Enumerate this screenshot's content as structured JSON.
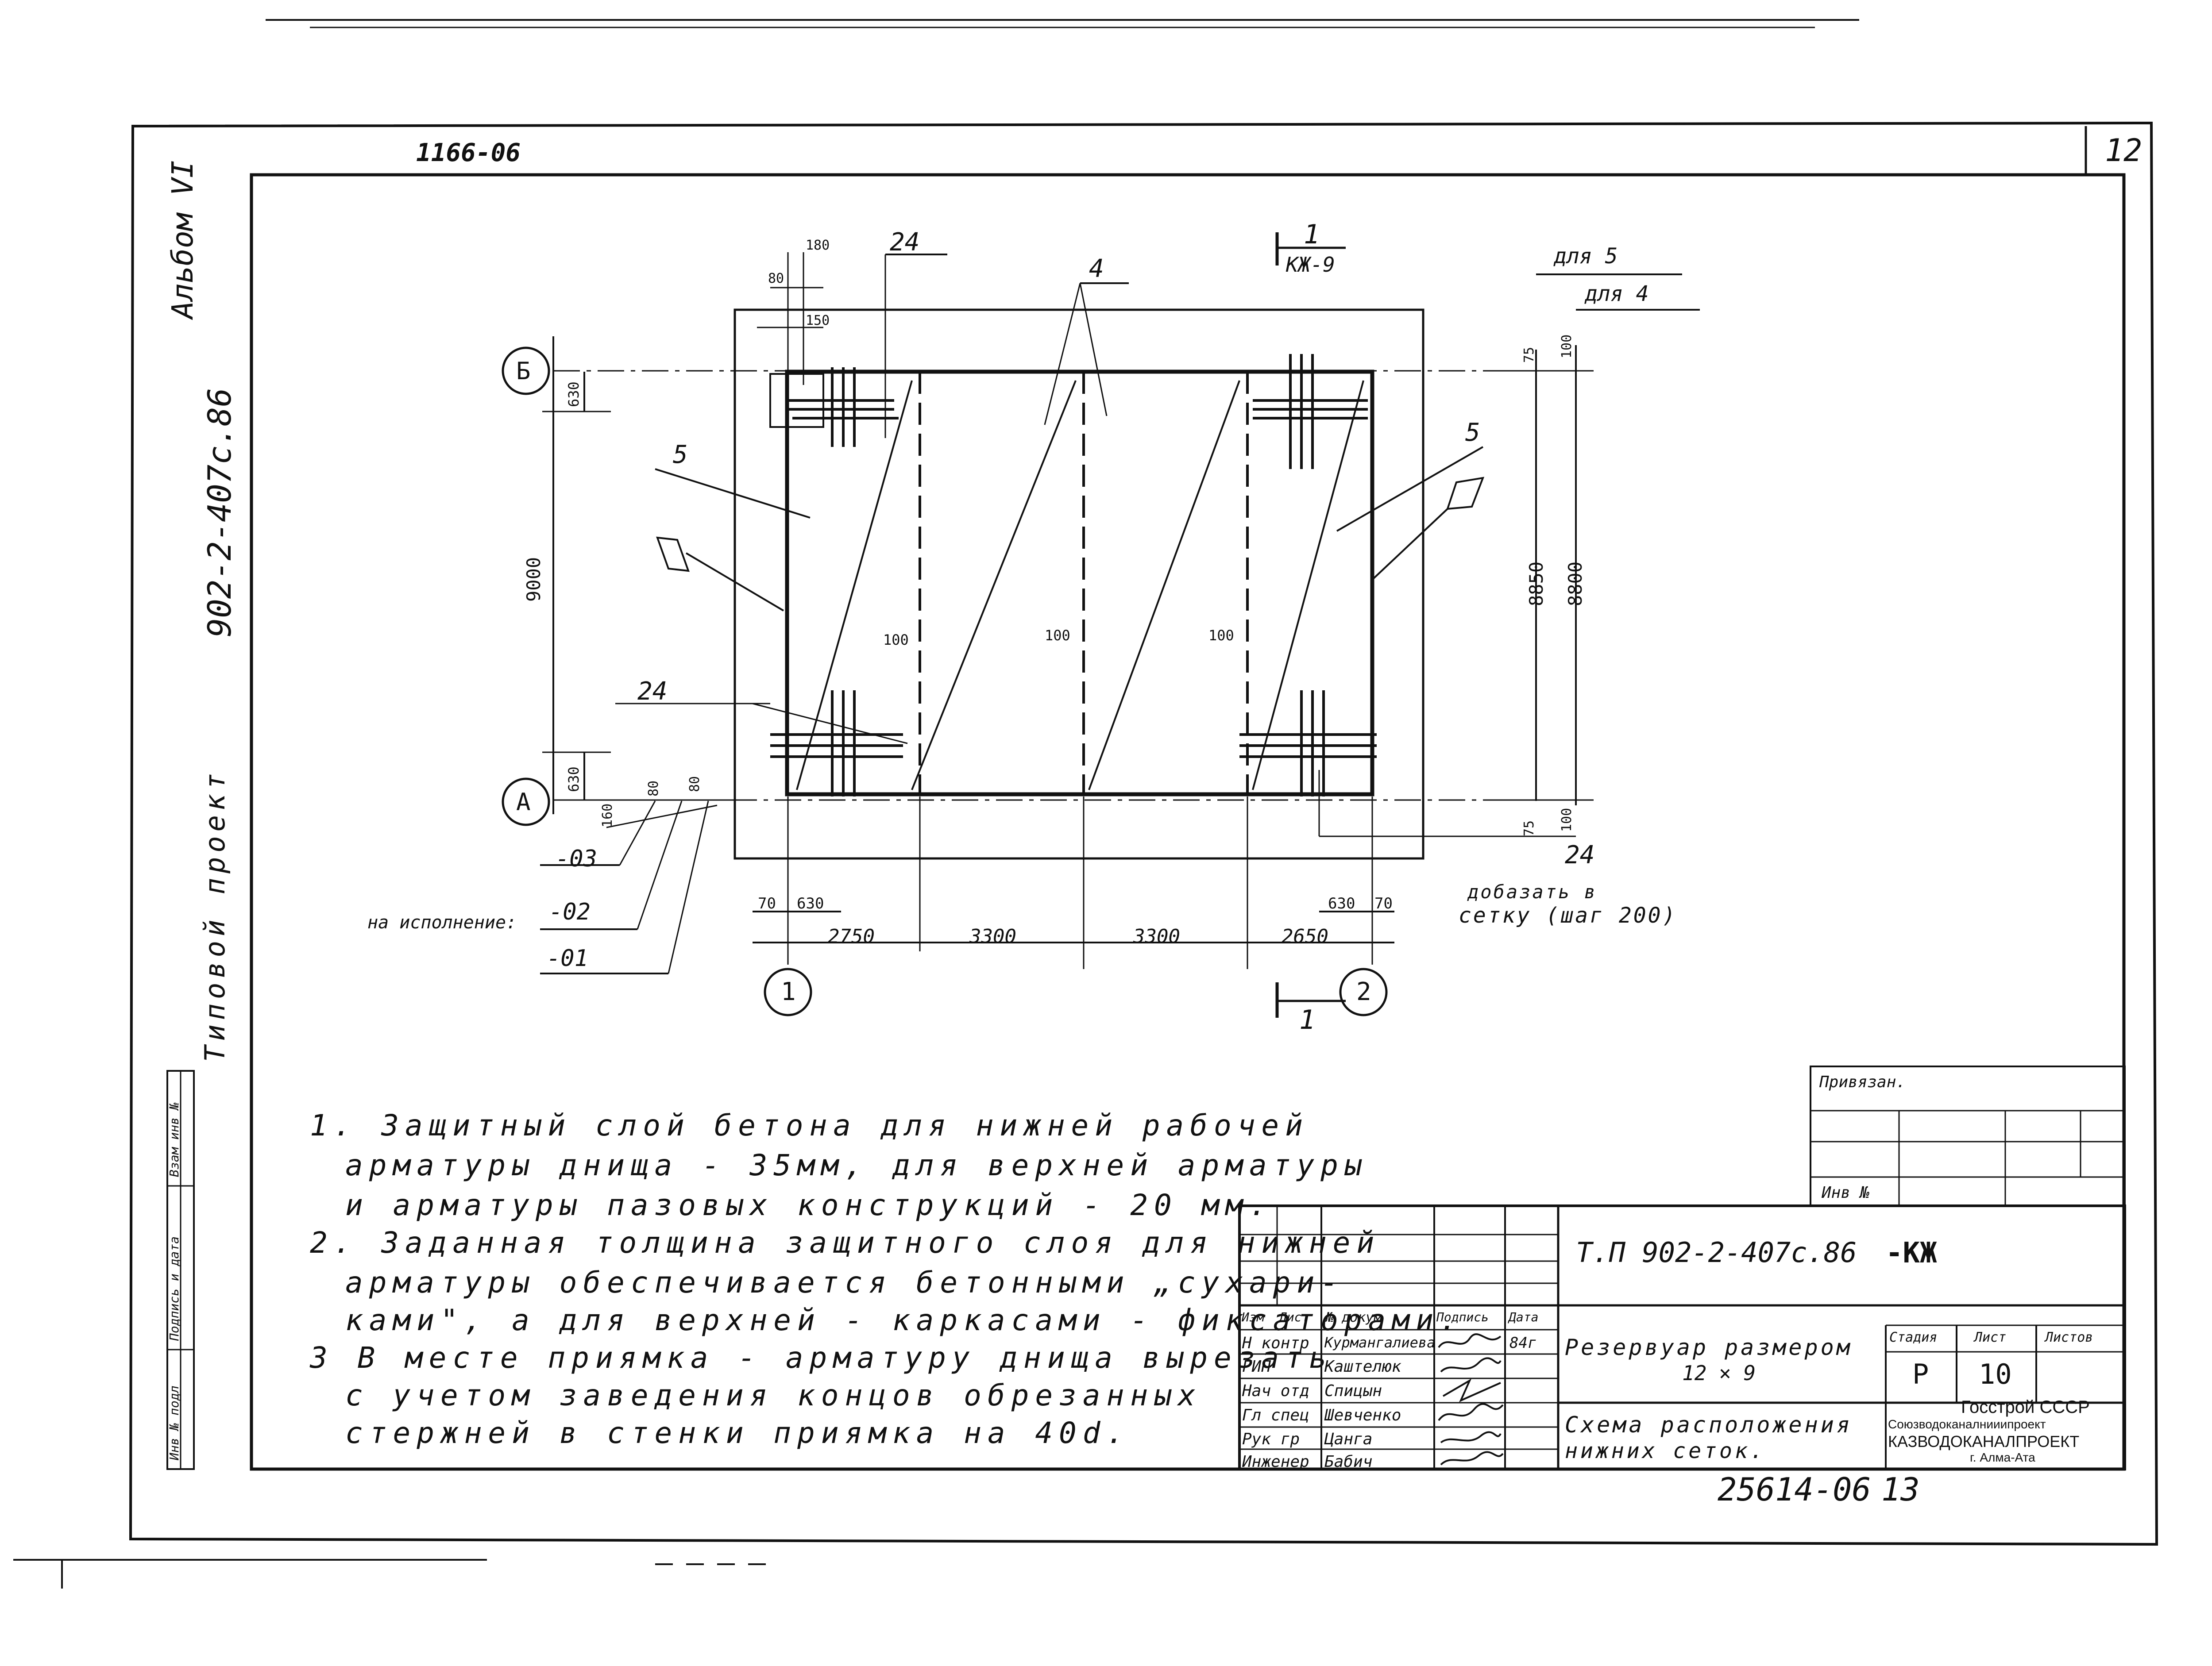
{
  "sheet": {
    "corner_code": "1166-06",
    "sheet_number": "12",
    "bottom_code": "25614-06",
    "bottom_number": "13",
    "side_title": {
      "album": "Альбом VI",
      "project_code": "902-2-407с.86",
      "project_type": "Типовой проект"
    },
    "side_stamp": [
      "Инв № подл",
      "Подпись и дата",
      "Взам инв №"
    ]
  },
  "drawing": {
    "axes": {
      "b": "Б",
      "a": "А",
      "one": "1",
      "two": "2"
    },
    "section": {
      "number": "1",
      "sheet": "КЖ-9",
      "number_bottom": "1"
    },
    "dims_left": {
      "overall": "9000",
      "top_offset": "630",
      "bottom_offset": "630",
      "d160": "160",
      "d80a": "80",
      "d80b": "80"
    },
    "dims_right": {
      "inner": "8850",
      "outer": "8800",
      "t75": "75",
      "t100": "100",
      "b75": "75",
      "b100": "100"
    },
    "dims_top": {
      "d180": "180",
      "d80": "80",
      "d150": "150"
    },
    "dims_bottom": {
      "d70": "70",
      "d630": "630",
      "s2750": "2750",
      "s3300a": "3300",
      "s3300b": "3300",
      "s2650": "2650",
      "d630r": "630",
      "d70r": "70"
    },
    "inner_dims": {
      "a": "100",
      "b": "100",
      "c": "100"
    },
    "leaders": {
      "n24_top": "24",
      "n4": "4",
      "n5_left": "5",
      "n5_right": "5",
      "n24_left": "24",
      "n24_right": "24"
    },
    "for_labels": {
      "for5": "для 5",
      "for4": "для 4"
    },
    "variants": {
      "label": "на исполнение:",
      "v03": "-03",
      "v02": "-02",
      "v01": "-01"
    },
    "add_note": {
      "line1": "добазать в",
      "line2": "сетку (шаг 200)"
    }
  },
  "notes": [
    "1. Защитный слой бетона для нижней рабочей",
    "арматуры днища - 35мм, для верхней арматуры",
    "и арматуры пазовых конструкций - 20 мм.",
    "2. Заданная толщина защитного слоя для нижней",
    "арматуры обеспечивается бетонными „сухари-",
    "ками\", а для верхней - каркасами - фиксаторами.",
    "3 В месте приямка - арматуру днища вырезать",
    "с учетом заведения концов обрезанных",
    "стержней в стенки приямка на 40d."
  ],
  "binding_block": {
    "title": "Привязан.",
    "inv": "Инв №"
  },
  "title_block": {
    "doc_code": "Т.П 902-2-407с.86",
    "mark": "-КЖ",
    "header": {
      "izm": "Изм",
      "list": "Лист",
      "ndoc": "№ докум",
      "sign": "Подпись",
      "date": "Дата"
    },
    "staff": [
      {
        "role": "Н контр",
        "name": "Курмангалиева"
      },
      {
        "role": "ГИП",
        "name": "Каштелюк"
      },
      {
        "role": "Нач отд",
        "name": "Спицын"
      },
      {
        "role": "Гл спец",
        "name": "Шевченко"
      },
      {
        "role": "Рук гр",
        "name": "Цанга"
      },
      {
        "role": "Инженер",
        "name": "Бабич"
      }
    ],
    "date_value": "84г",
    "object": "Резервуар размером",
    "object_size": "12 × 9",
    "sheet_name_1": "Схема расположения",
    "sheet_name_2": "нижних сеток.",
    "stage_label": "Стадия",
    "sheet_label": "Лист",
    "sheets_label": "Листов",
    "stage": "Р",
    "sheet": "10",
    "org1": "Госстрой СССР",
    "org2": "Союзводоканалнииипроект",
    "org3": "КАЗВОДОКАНАЛПРОЕКТ",
    "org4": "г. Алма-Ата"
  }
}
